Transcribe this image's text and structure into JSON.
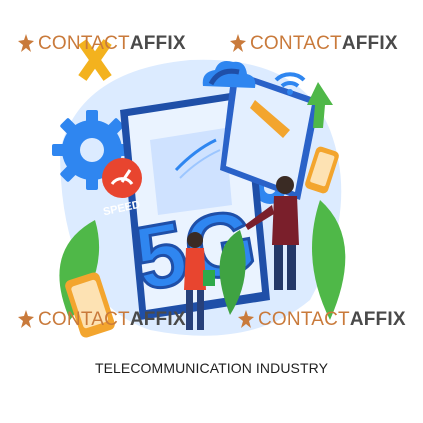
{
  "watermark": {
    "part1": "CONTACT",
    "part2": "AFFIX"
  },
  "illustration": {
    "speed_label": "SPEED",
    "tech_label": "5G",
    "phone_arrow_icon": "arrow-up-icon",
    "cloud_icon": "cloud-icon",
    "wifi_icon": "wifi-icon",
    "colors": {
      "blue": "#2f86f0",
      "green": "#4fb848",
      "dark_blue": "#1f4fa8",
      "orange": "#f3a52e",
      "red": "#e8452f"
    }
  },
  "caption": "TELECOMMUNICATION INDUSTRY"
}
